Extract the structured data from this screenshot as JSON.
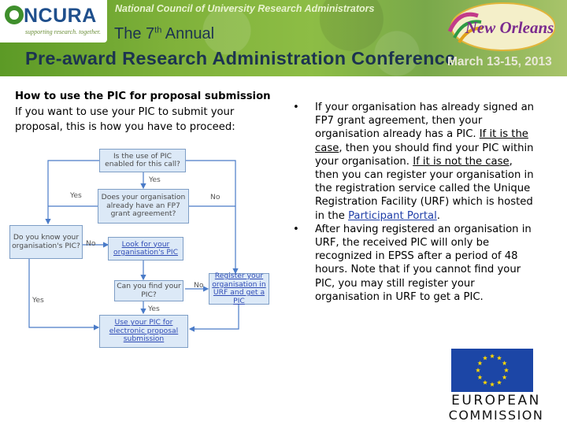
{
  "banner": {
    "logo_text": "NCURA",
    "logo_tagline": "supporting research. together.",
    "org_name": "National Council of University Research Administrators",
    "annual_prefix": "The 7",
    "annual_sup": "th",
    "annual_suffix": " Annual",
    "conference_title": "Pre-award Research Administration Conference",
    "dates": "March 13-15, 2013",
    "city_logo": "New Orleans"
  },
  "left": {
    "heading": "How to use the PIC for proposal submission",
    "intro": "If you want to use your PIC to submit your proposal, this is how you have to proceed:"
  },
  "flowchart": {
    "q1": "Is the use of PIC enabled for this call?",
    "q2": "Does your organisation already have an FP7 grant agreement?",
    "q3": "Do you know your organisation's PIC?",
    "a_look": "Look for your organisation's PIC",
    "q4": "Can you find your PIC?",
    "a_register": "Register your organisation in URF and get a PIC",
    "a_use": "Use your PIC for electronic proposal submission",
    "yes": "Yes",
    "no": "No"
  },
  "bullets": {
    "b1_part1": "If your organisation has already signed an FP7 grant agreement, then your organisation already has a PIC. ",
    "b1_u1": "If it is the case",
    "b1_part2": ", then you should find your PIC within your organisation. ",
    "b1_u2": "If it is not the case",
    "b1_part3": ", then you can register your organisation in the registration service called the Unique Registration Facility (URF) which is hosted in the ",
    "b1_link": "Participant Portal",
    "b1_end": ".",
    "b2": "After having registered an organisation in URF, the received PIC will only be recognized in EPSS after a period of 48 hours. Note that if you cannot find your PIC, you may still register your organisation in URF to get a PIC."
  },
  "eu_logo": {
    "line1": "EUROPEAN",
    "line2": "COMMISSION"
  },
  "colors": {
    "banner_green": "#7fb13a",
    "title_navy": "#1c3350",
    "flow_box": "#dce9f7",
    "eu_blue": "#1c46a6",
    "eu_stars": "#ffd700"
  }
}
